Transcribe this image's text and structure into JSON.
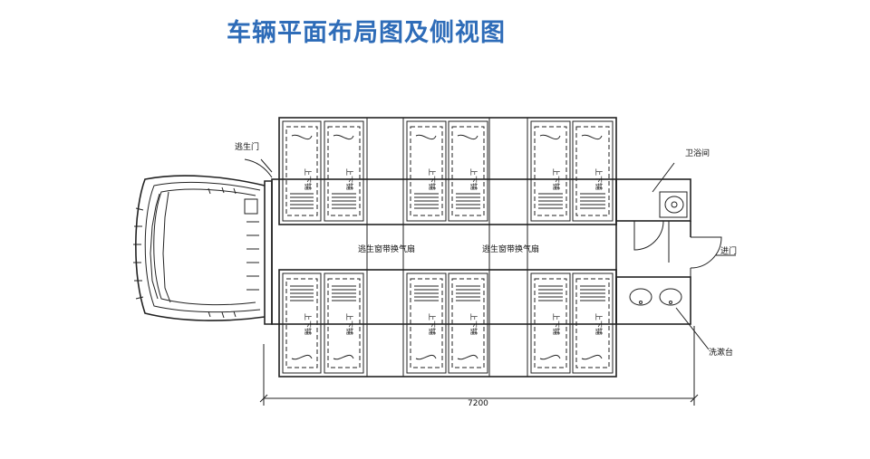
{
  "title": "车辆平面布局图及侧视图",
  "labels": {
    "escape_door": "逃生门",
    "bathroom": "卫浴间",
    "entrance_door": "进门",
    "wash_basin": "洗漱台",
    "vent_1": "逃生窗带换气扇",
    "vent_2": "逃生窗带换气扇",
    "dimension": "7200"
  },
  "bunks": {
    "top_row": [
      "上下铺",
      "上下铺",
      "上下铺",
      "上下铺",
      "上下铺",
      "上下铺"
    ],
    "bottom_row": [
      "上下铺",
      "上下铺",
      "上下铺",
      "上下铺",
      "上下铺",
      "上下铺"
    ]
  }
}
